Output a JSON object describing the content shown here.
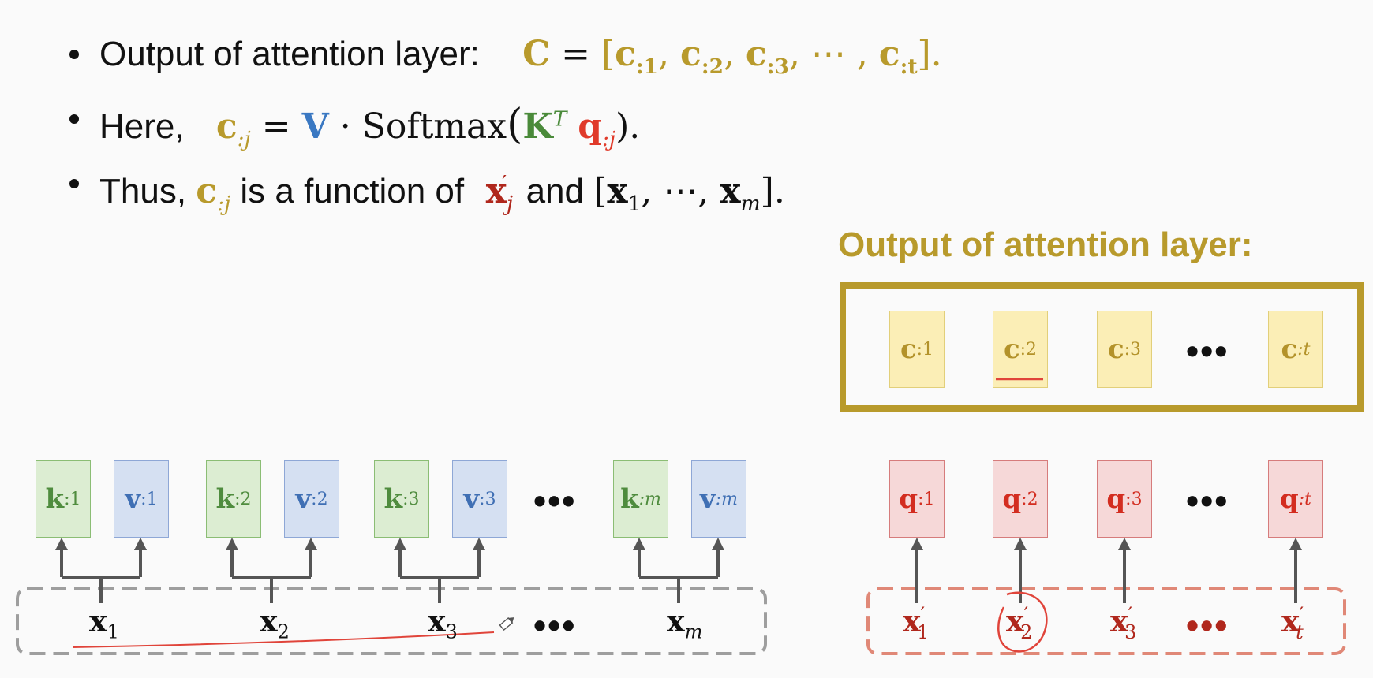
{
  "bullets": [
    {
      "prefix": "Output of attention layer:"
    },
    {
      "prefix": "Here,"
    },
    {
      "prefix": "Thus,",
      "middle": "is a function of",
      "and": "and"
    }
  ],
  "formulas": {
    "C": "C",
    "eq": "=",
    "c_list_open": "[",
    "c_list": [
      "c:1",
      "c:2",
      "c:3"
    ],
    "c_list_dots": "⋯",
    "c_list_last": "c:t",
    "c_list_close": "].",
    "cj": "c",
    "cj_sub": ":j",
    "V": "V",
    "dot_op": "·",
    "softmax": "Softmax",
    "K": "K",
    "K_sup": "T",
    "q": "q",
    "q_sub": ":j",
    "close": ").",
    "xj": "x",
    "xj_sub": "j",
    "xj_prime": "′",
    "x_list_open": "[",
    "x1": "x",
    "x1_sub": "1",
    "x_list_dots": "⋯",
    "xm": "x",
    "xm_sub": "m",
    "x_list_close": "]."
  },
  "right_panel": {
    "title": "Output of attention layer:",
    "c_boxes": [
      {
        "sym": "c",
        "sub": ":1"
      },
      {
        "sym": "c",
        "sub": ":2"
      },
      {
        "sym": "c",
        "sub": ":3"
      },
      {
        "sym": "c",
        "sub": ":t"
      }
    ],
    "dots": "•••",
    "q_boxes": [
      {
        "sym": "q",
        "sub": ":1"
      },
      {
        "sym": "q",
        "sub": ":2"
      },
      {
        "sym": "q",
        "sub": ":3"
      },
      {
        "sym": "q",
        "sub": ":t"
      }
    ],
    "x_primes": [
      {
        "sym": "x",
        "sub": "1",
        "sup": "′"
      },
      {
        "sym": "x",
        "sub": "2",
        "sup": "′"
      },
      {
        "sym": "x",
        "sub": "3",
        "sup": "′"
      },
      {
        "sym": "x",
        "sub": "t",
        "sup": "′"
      }
    ]
  },
  "left_panel": {
    "kv_pairs": [
      {
        "k": "k",
        "k_sub": ":1",
        "v": "v",
        "v_sub": ":1"
      },
      {
        "k": "k",
        "k_sub": ":2",
        "v": "v",
        "v_sub": ":2"
      },
      {
        "k": "k",
        "k_sub": ":3",
        "v": "v",
        "v_sub": ":3"
      },
      {
        "k": "k",
        "k_sub": ":m",
        "v": "v",
        "v_sub": ":m"
      }
    ],
    "dots": "•••",
    "inputs": [
      {
        "sym": "x",
        "sub": "1"
      },
      {
        "sym": "x",
        "sub": "2"
      },
      {
        "sym": "x",
        "sub": "3"
      },
      {
        "sym": "x",
        "sub": "m"
      }
    ]
  },
  "colors": {
    "gold": "#b89a2c",
    "key_green": "#4f8c3e",
    "value_blue": "#3f6fb4",
    "query_red": "#d32d20",
    "annotation_red": "#e0443a"
  }
}
